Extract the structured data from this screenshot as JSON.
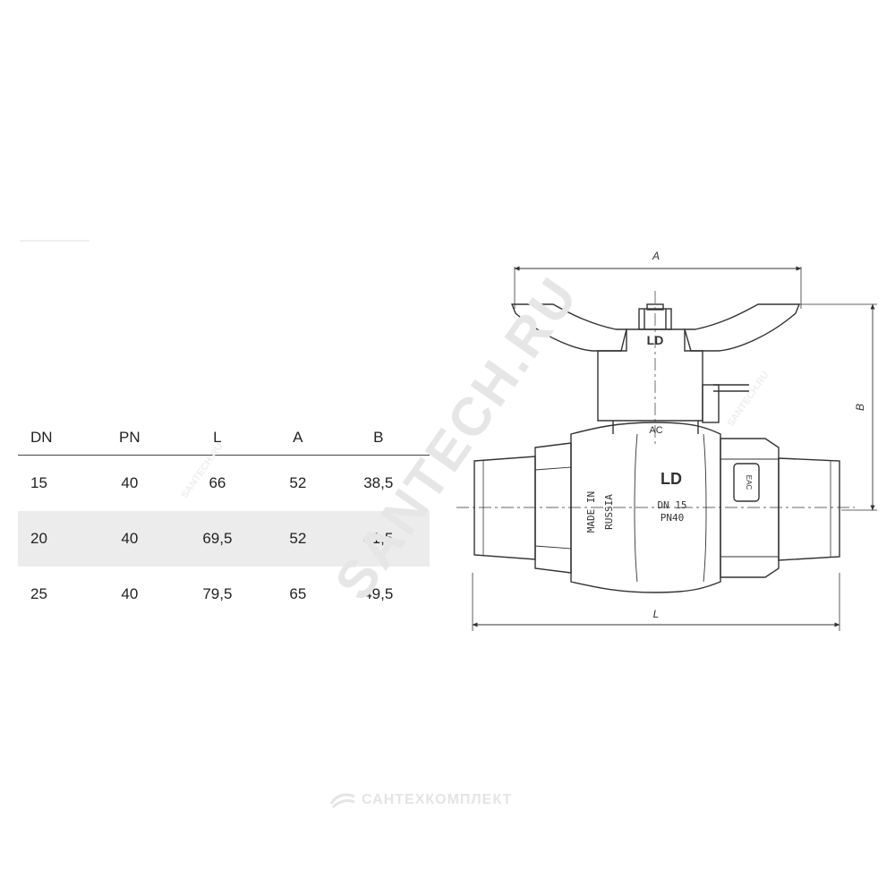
{
  "table": {
    "headers": [
      "DN",
      "PN",
      "L",
      "A",
      "B"
    ],
    "rows": [
      [
        "15",
        "40",
        "66",
        "52",
        "38,5"
      ],
      [
        "20",
        "40",
        "69,5",
        "52",
        "41,5"
      ],
      [
        "25",
        "40",
        "79,5",
        "65",
        "49,5"
      ]
    ]
  },
  "drawing": {
    "dim_a": "A",
    "dim_b": "B",
    "dim_l": "L",
    "handle_mark": "AC",
    "body_text_1": "MADE IN",
    "body_text_2": "RUSSIA",
    "logo_text": "LD",
    "size_text": "DN 15",
    "pressure_text": "PN40",
    "cert_mark": "EAC"
  },
  "watermark": {
    "diagonal": "SANTECH.RU",
    "small": "SANTECH.RU",
    "footer": "САНТЕХКОМПЛЕКТ"
  },
  "colors": {
    "line": "#333333",
    "table_stripe": "#ececec",
    "watermark": "#e6e6e6"
  }
}
